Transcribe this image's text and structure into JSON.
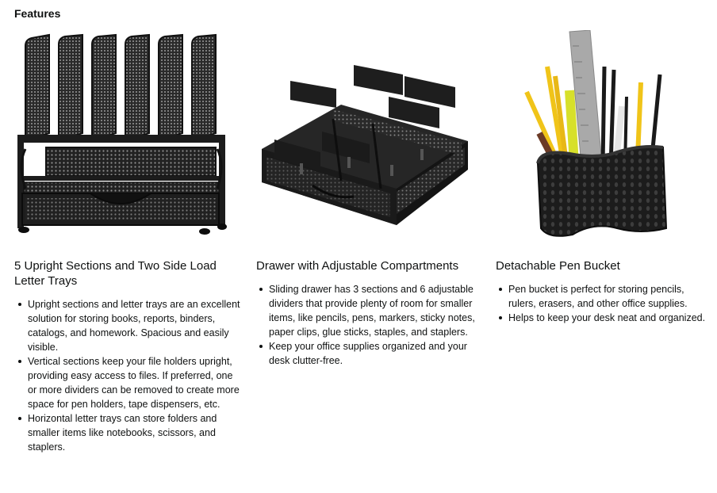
{
  "section": {
    "title": "Features"
  },
  "features": [
    {
      "image_icon": "mesh-desk-organizer-icon",
      "heading": "5 Upright Sections and Two Side Load Letter Trays",
      "bullets": [
        "Upright sections and letter trays are an excellent solution for storing books, reports, binders, catalogs, and homework. Spacious and easily visible.",
        "Vertical sections keep your file holders upright, providing easy access to files. If preferred, one or more dividers can be removed to create more space for pen holders, tape dispensers, etc.",
        "Horizontal letter trays can store folders and smaller items like notebooks, scissors, and staplers."
      ]
    },
    {
      "image_icon": "drawer-dividers-icon",
      "heading": "Drawer with Adjustable Compartments",
      "bullets": [
        "Sliding drawer has 3 sections and 6 adjustable dividers that provide plenty of room for smaller items, like pencils, pens, markers, sticky notes, paper clips, glue sticks, staples, and staplers.",
        "Keep your office supplies organized and your desk clutter-free."
      ]
    },
    {
      "image_icon": "pen-bucket-icon",
      "heading": "Detachable Pen Bucket",
      "bullets": [
        "Pen bucket is perfect for storing pencils, rulers, erasers, and other office supplies.",
        "Helps to keep your desk neat and organized."
      ]
    }
  ],
  "colors": {
    "text": "#0f1111",
    "product_black": "#1c1c1c",
    "background": "#ffffff"
  }
}
